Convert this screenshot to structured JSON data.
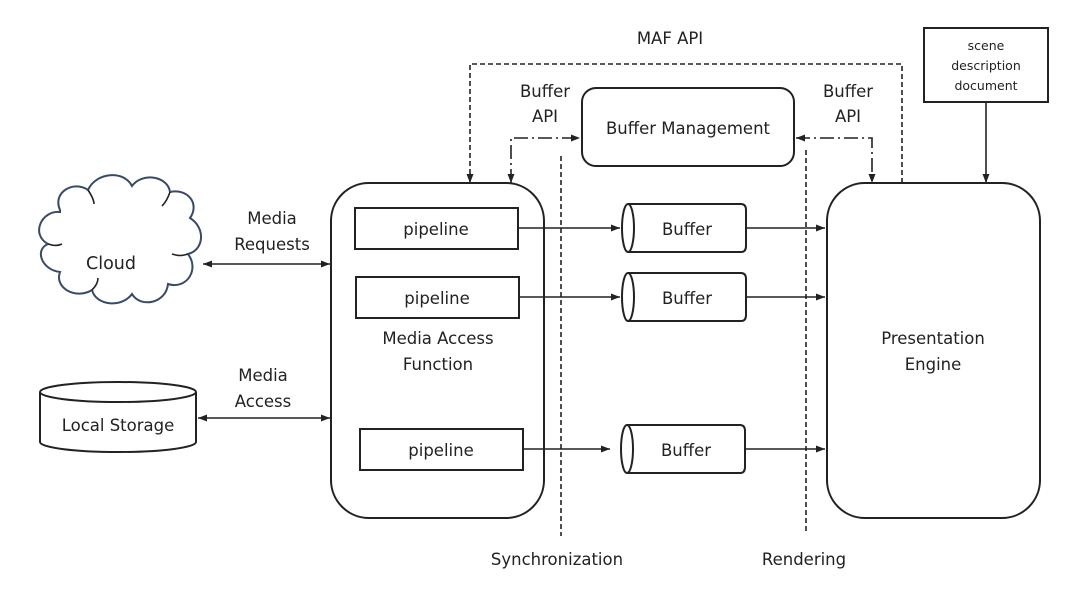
{
  "diagram": {
    "nodes": {
      "cloud": {
        "label": "Cloud"
      },
      "local_storage": {
        "label": "Local Storage"
      },
      "maf": {
        "label_line1": "Media Access",
        "label_line2": "Function"
      },
      "pipelines": [
        {
          "label": "pipeline"
        },
        {
          "label": "pipeline"
        },
        {
          "label": "pipeline"
        }
      ],
      "buffers": [
        {
          "label": "Buffer"
        },
        {
          "label": "Buffer"
        },
        {
          "label": "Buffer"
        }
      ],
      "buffer_management": {
        "label": "Buffer Management"
      },
      "presentation_engine": {
        "label_line1": "Presentation",
        "label_line2": "Engine"
      },
      "scene_document": {
        "line1": "scene",
        "line2": "description",
        "line3": "document"
      }
    },
    "edge_labels": {
      "media_requests": {
        "line1": "Media",
        "line2": "Requests"
      },
      "media_access": {
        "line1": "Media",
        "line2": "Access"
      },
      "maf_api": "MAF API",
      "buffer_api_left": {
        "line1": "Buffer",
        "line2": "API"
      },
      "buffer_api_right": {
        "line1": "Buffer",
        "line2": "API"
      }
    },
    "boundaries": {
      "synchronization": "Synchronization",
      "rendering": "Rendering"
    }
  }
}
